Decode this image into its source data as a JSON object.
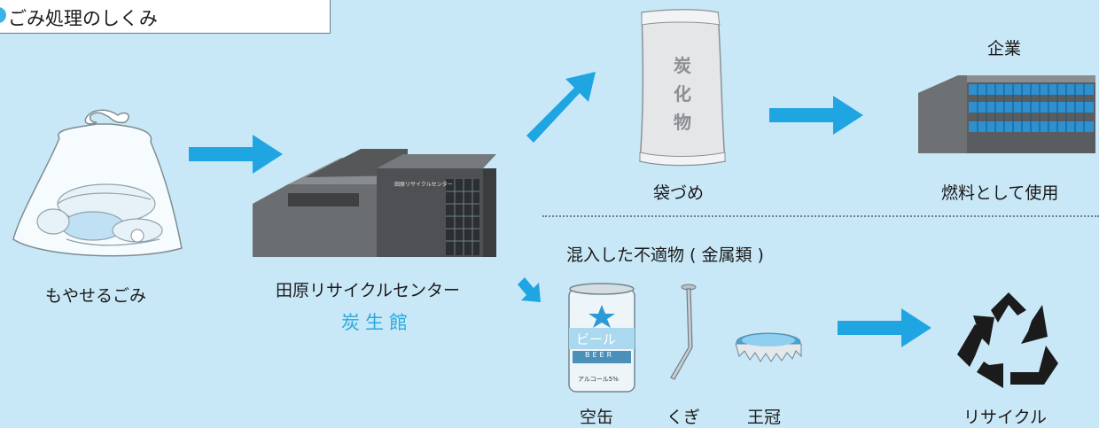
{
  "title": "ごみ処理のしくみ",
  "labels": {
    "burnable": "もやせるごみ",
    "center_name": "田原リサイクルセンター",
    "center_sub": "炭生館",
    "bagging": "袋づめ",
    "company": "企業",
    "fuel": "燃料として使用",
    "mixed": "混入した不適物 ( 金属類 )",
    "can": "空缶",
    "nail": "くぎ",
    "cap": "王冠",
    "recycle": "リサイクル"
  },
  "bag_text": [
    "炭",
    "化",
    "物"
  ],
  "can_text": {
    "beer": "ビール",
    "beer_en": "BEER",
    "alcohol": "アルコール5%"
  },
  "building_sign": "田原リサイクルセンター",
  "colors": {
    "background": "#c9e8f7",
    "arrow": "#1fa6e2",
    "accent_text": "#29a9e0"
  },
  "icons": [
    "garbage-bag",
    "recycling-center-building",
    "carbide-bag",
    "company-building",
    "aluminum-can",
    "nail",
    "bottle-cap",
    "recycle-symbol"
  ]
}
